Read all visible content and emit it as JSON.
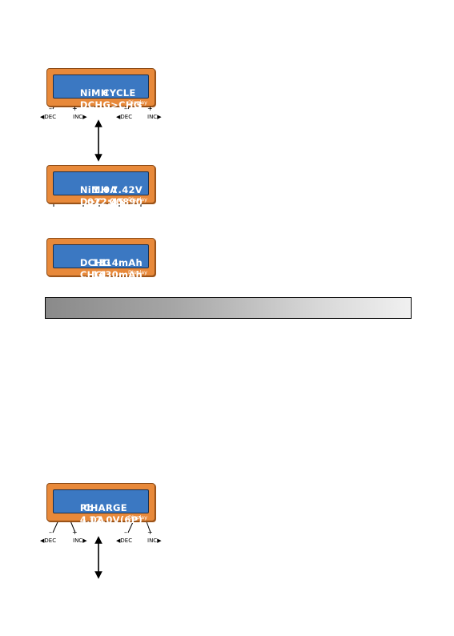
{
  "lcd_cycle": {
    "line1_left": "NiMH",
    "line1_right": "CYCLE",
    "line2_left": "DCHG>CHG",
    "line2_right": "3",
    "tag": "Display"
  },
  "lcd_progress": {
    "line1_a": "NiMH",
    "line1_b": "1.0A",
    "line1_c": "7.42V",
    "line2_a": "D>C",
    "line2_b": "022:45",
    "line2_c": "00890",
    "tag": "Display"
  },
  "lcd_result": {
    "line1_a": "DCHG",
    "line1_b": "1",
    "line1_c": "1314mAh",
    "line2_a": "CHG",
    "line2_b": "1",
    "line2_c": "1430mAh",
    "tag": "Display"
  },
  "lcd_pb": {
    "line1_a": "Pb",
    "line1_b": "CHARGE",
    "line2_a": "4.0A",
    "line2_b": "12.0V(6P)",
    "tag": "Display"
  },
  "buttons": {
    "minus": "–",
    "plus": "+",
    "dec": "◀DEC",
    "inc": "INC▶"
  }
}
